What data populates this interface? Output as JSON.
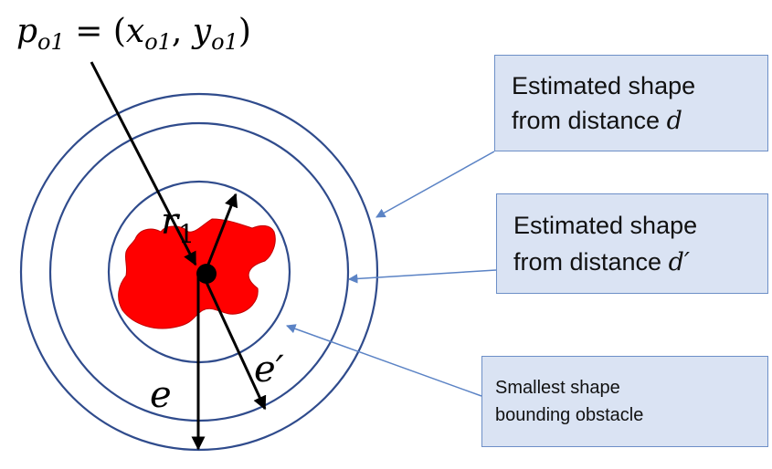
{
  "formula": {
    "p": "p",
    "p_sub": "o1",
    "equals": " = (",
    "x": "x",
    "x_sub": "o1",
    "comma": ", ",
    "y": "y",
    "y_sub": "o1",
    "close": ")"
  },
  "labels": {
    "r": "r",
    "r_sub": "1",
    "e": "e",
    "e_prime": "e′"
  },
  "boxes": {
    "d": {
      "line1": "Estimated shape",
      "line2_text": "from distance ",
      "line2_symbol": "d"
    },
    "d_prime": {
      "line1": "Estimated shape",
      "line2_text": "from distance ",
      "line2_symbol": "d′"
    },
    "smallest": {
      "line1": "Smallest shape",
      "line2": "bounding obstacle"
    }
  },
  "colors": {
    "circle": "#2f4b8c",
    "obstacle": "#ff0000",
    "arrow": "#000000",
    "callout": "#5b83c5",
    "box_fill": "#dae3f3",
    "box_border": "#6d8fc7"
  }
}
